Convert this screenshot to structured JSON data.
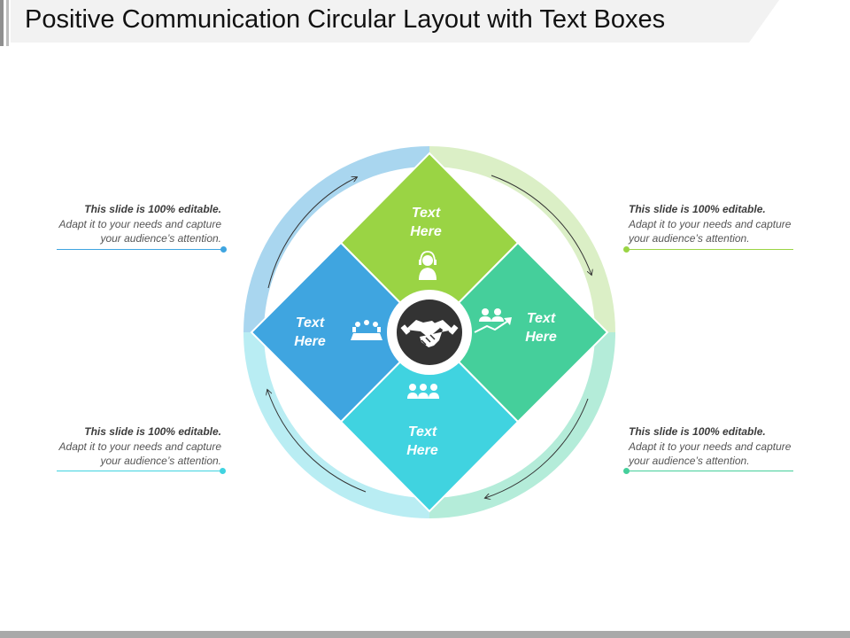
{
  "title": "Positive Communication Circular Layout with Text Boxes",
  "colors": {
    "top": "#9ad444",
    "right": "#45cf9b",
    "bottom": "#40d3e0",
    "left": "#3fa5e0",
    "ring_top_left": "#a9d6ef",
    "ring_top_right": "#dbefc6",
    "ring_bottom_right": "#b4ecd9",
    "ring_bottom_left": "#b9edf3",
    "center": "#333333"
  },
  "segments": [
    {
      "label_line1": "Text",
      "label_line2": "Here",
      "icon": "user-headset-icon"
    },
    {
      "label_line1": "Text",
      "label_line2": "Here",
      "icon": "team-growth-icon"
    },
    {
      "label_line1": "Text",
      "label_line2": "Here",
      "icon": "group-people-icon"
    },
    {
      "label_line1": "Text",
      "label_line2": "Here",
      "icon": "meeting-table-icon"
    }
  ],
  "center_icon": "handshake-icon",
  "callouts": [
    {
      "title": "This slide is 100% editable.",
      "line2": "Adapt it to your needs and capture",
      "line3": "your audience’s attention.",
      "color": "#3fa5e0"
    },
    {
      "title": "This slide is 100% editable.",
      "line2": "Adapt it to your needs and capture",
      "line3": "your audience’s attention.",
      "color": "#9ad444"
    },
    {
      "title": "This slide is 100% editable.",
      "line2": "Adapt it to your needs and capture",
      "line3": "your audience’s attention.",
      "color": "#40d3e0"
    },
    {
      "title": "This slide is 100% editable.",
      "line2": "Adapt it to your needs and capture",
      "line3": "your audience’s attention.",
      "color": "#45cf9b"
    }
  ]
}
